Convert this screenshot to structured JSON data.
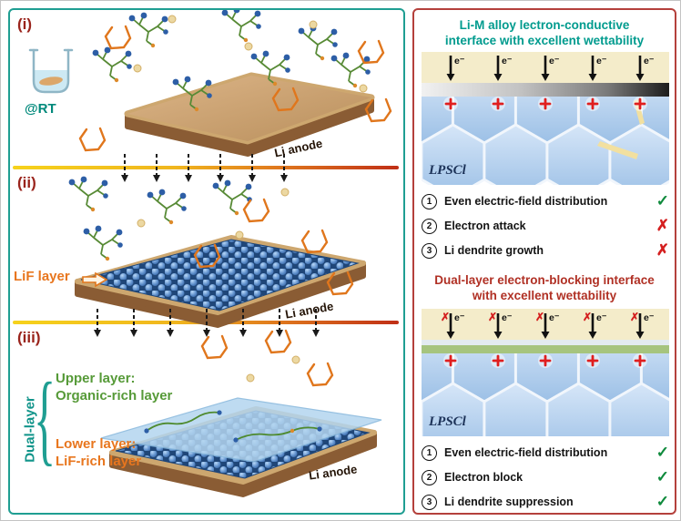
{
  "symbols": {
    "check": "✓",
    "cross": "✗",
    "electron": "e⁻"
  },
  "colors": {
    "left_border_teal": "#1f9e92",
    "right_border_red": "#b4403c",
    "title_teal": "#009b8e",
    "title_red": "#b03024",
    "orange_accent": "#e8761e",
    "green_accent": "#569a38",
    "check_green": "#0f8a3c",
    "cross_red": "#d41f1f"
  },
  "left_panel": {
    "steps": {
      "i": "(i)",
      "ii": "(ii)",
      "iii": "(iii)"
    },
    "rt_label": "@RT",
    "li_anode_label": "Li anode",
    "lif_layer_label": "LiF layer",
    "dual_layer_label": "Dual-layer",
    "upper_layer_title": "Upper layer:",
    "upper_layer_name": "Organic-rich layer",
    "lower_layer_title": "Lower layer:",
    "lower_layer_name": "LiF-rich layer"
  },
  "right_panel": {
    "top": {
      "title_line1": "Li-M alloy lectron-conductive",
      "title_line2": "interface with excellent wettability",
      "electrolyte_label": "LPSCl",
      "items": [
        {
          "num": "1",
          "text": "Even electric-field distribution",
          "verdict": "pass"
        },
        {
          "num": "2",
          "text": "Electron attack",
          "verdict": "fail"
        },
        {
          "num": "3",
          "text": "Li dendrite growth",
          "verdict": "fail"
        }
      ]
    },
    "bottom": {
      "title_line1": "Dual-layer electron-blocking interface",
      "title_line2": "with excellent wettability",
      "electrolyte_label": "LPSCl",
      "items": [
        {
          "num": "1",
          "text": "Even electric-field distribution",
          "verdict": "pass"
        },
        {
          "num": "2",
          "text": "Electron block",
          "verdict": "pass"
        },
        {
          "num": "3",
          "text": "Li dendrite suppression",
          "verdict": "pass"
        }
      ]
    }
  }
}
